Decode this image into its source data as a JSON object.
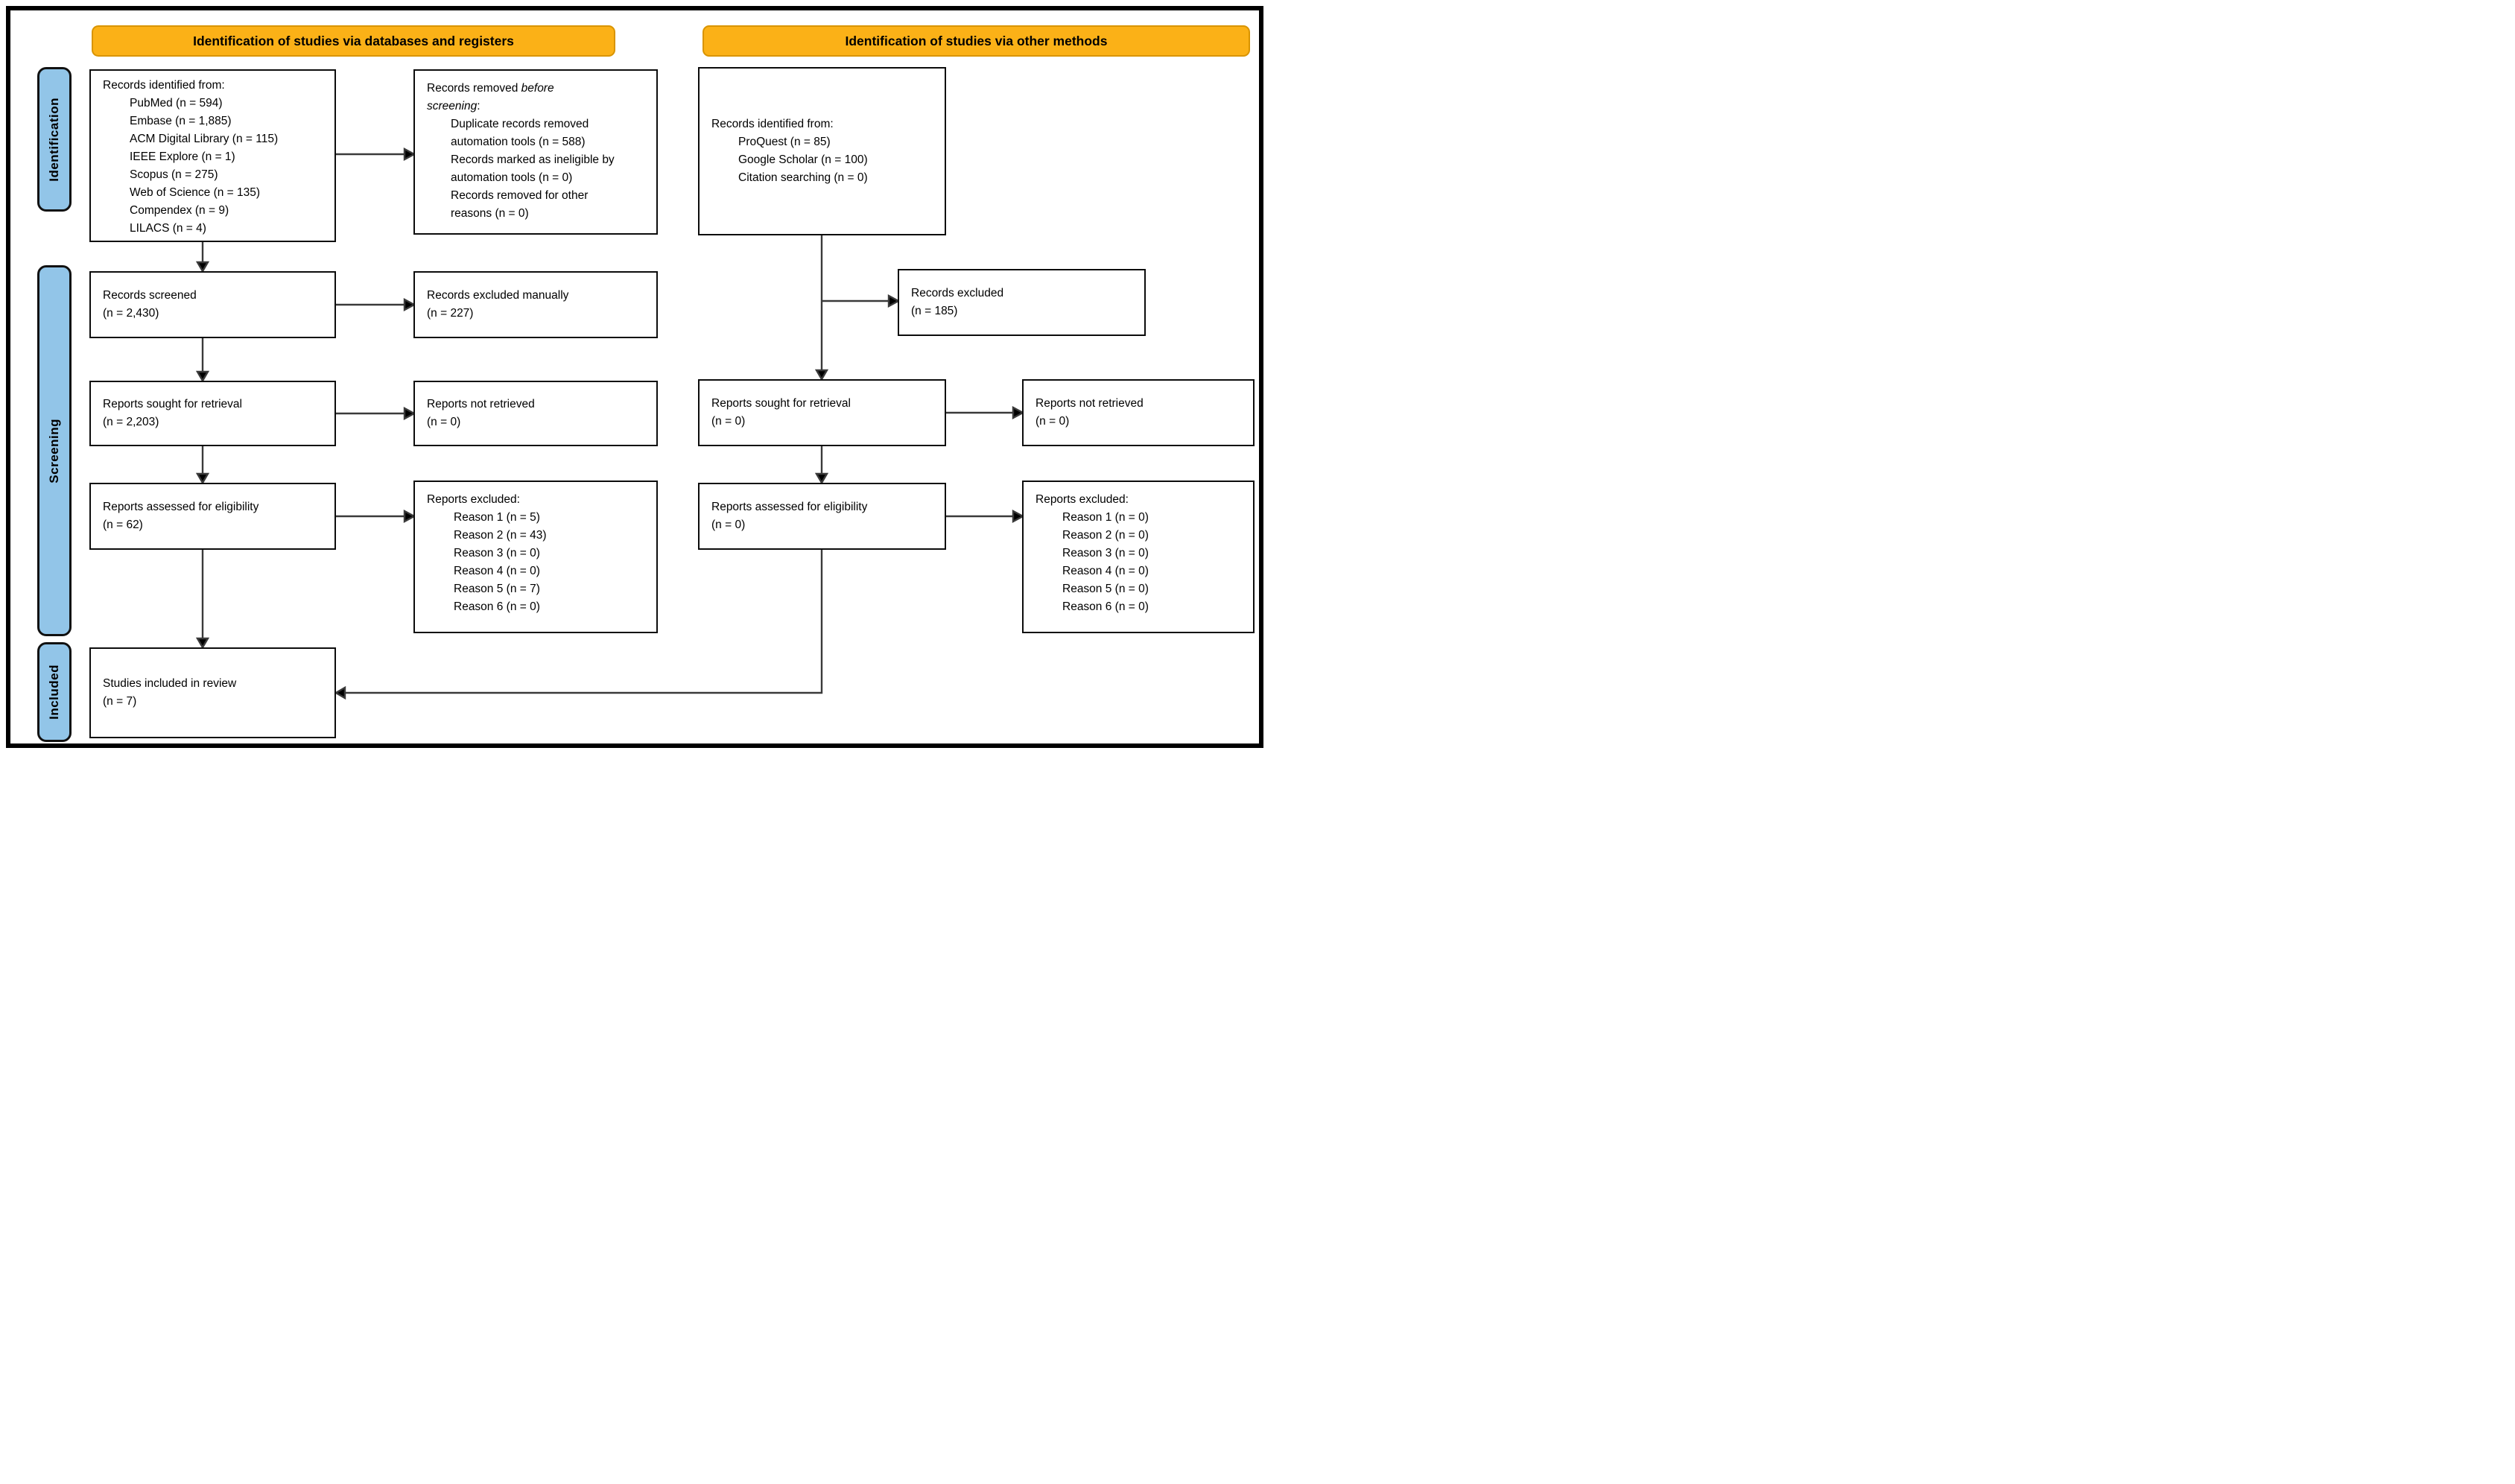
{
  "colors": {
    "header_bg": "#FBB117",
    "header_border": "#D99400",
    "stage_bg": "#92C5E8",
    "arrow_line": "#3a3a3a",
    "arrow_head": "#000000"
  },
  "headers": {
    "databases": "Identification of studies via databases and registers",
    "other_methods": "Identification of studies via other methods"
  },
  "stages": {
    "identification": "Identification",
    "screening": "Screening",
    "included": "Included"
  },
  "db": {
    "records_identified": {
      "title": "Records identified from:",
      "items": [
        "PubMed (n = 594)",
        "Embase (n = 1,885)",
        "ACM Digital Library (n = 115)",
        "IEEE Explore (n = 1)",
        "Scopus (n = 275)",
        "Web of Science (n = 135)",
        "Compendex (n = 9)",
        "LILACS (n = 4)"
      ]
    },
    "records_removed": {
      "title_prefix": "Records removed ",
      "title_italic": "before screening",
      "title_suffix": ":",
      "items": [
        "Duplicate records removed automation tools (n = 588)",
        "Records marked as ineligible by automation tools (n = 0)",
        "Records removed for other reasons (n = 0)"
      ]
    },
    "records_screened": {
      "label": "Records screened",
      "count": "(n = 2,430)"
    },
    "records_excluded_manually": {
      "label": "Records excluded manually",
      "count": "(n = 227)"
    },
    "reports_sought": {
      "label": "Reports sought for retrieval",
      "count": "(n = 2,203)"
    },
    "reports_not_retrieved": {
      "label": "Reports not retrieved",
      "count": "(n = 0)"
    },
    "reports_assessed": {
      "label": "Reports assessed for eligibility",
      "count": "(n = 62)"
    },
    "reports_excluded": {
      "title": "Reports excluded:",
      "items": [
        "Reason 1 (n = 5)",
        "Reason 2 (n = 43)",
        "Reason 3 (n = 0)",
        "Reason 4 (n = 0)",
        "Reason 5 (n = 7)",
        "Reason 6 (n = 0)"
      ]
    },
    "studies_included": {
      "label": "Studies included in review",
      "count": "(n = 7)"
    }
  },
  "other": {
    "records_identified": {
      "title": "Records identified from:",
      "items": [
        "ProQuest (n = 85)",
        "Google Scholar (n = 100)",
        "Citation searching (n = 0)"
      ]
    },
    "records_excluded": {
      "label": "Records excluded",
      "count": "(n = 185)"
    },
    "reports_sought": {
      "label": "Reports sought for retrieval",
      "count": "(n = 0)"
    },
    "reports_not_retrieved": {
      "label": "Reports not retrieved",
      "count": "(n = 0)"
    },
    "reports_assessed": {
      "label": "Reports assessed for eligibility",
      "count": "(n = 0)"
    },
    "reports_excluded": {
      "title": "Reports excluded:",
      "items": [
        "Reason 1 (n = 0)",
        "Reason 2 (n = 0)",
        "Reason 3 (n = 0)",
        "Reason 4 (n = 0)",
        "Reason 5 (n = 0)",
        "Reason 6 (n = 0)"
      ]
    }
  }
}
